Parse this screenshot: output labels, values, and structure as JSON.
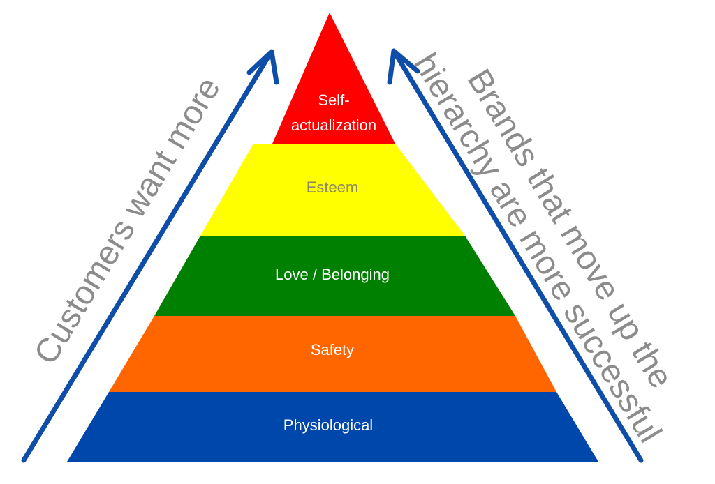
{
  "pyramid": {
    "levels": [
      {
        "id": "self-actualization",
        "label_lines": [
          "Self-",
          "actualization"
        ],
        "color": "#ff0000",
        "text_color": "#ffffff"
      },
      {
        "id": "esteem",
        "label_lines": [
          "Esteem"
        ],
        "color": "#ffff00",
        "text_color": "#8a8a60"
      },
      {
        "id": "love-belonging",
        "label_lines": [
          "Love / Belonging"
        ],
        "color": "#008000",
        "text_color": "#ffffff"
      },
      {
        "id": "safety",
        "label_lines": [
          "Safety"
        ],
        "color": "#ff6600",
        "text_color": "#ffffff"
      },
      {
        "id": "physiological",
        "label_lines": [
          "Physiological"
        ],
        "color": "#0047ab",
        "text_color": "#ffffff"
      }
    ]
  },
  "left_caption": "Customers want more",
  "right_caption_lines": [
    "Brands that move up the",
    "hierarchy are more successful"
  ],
  "colors": {
    "arrow": "#0f4ea8",
    "caption": "#8c8c8c"
  }
}
